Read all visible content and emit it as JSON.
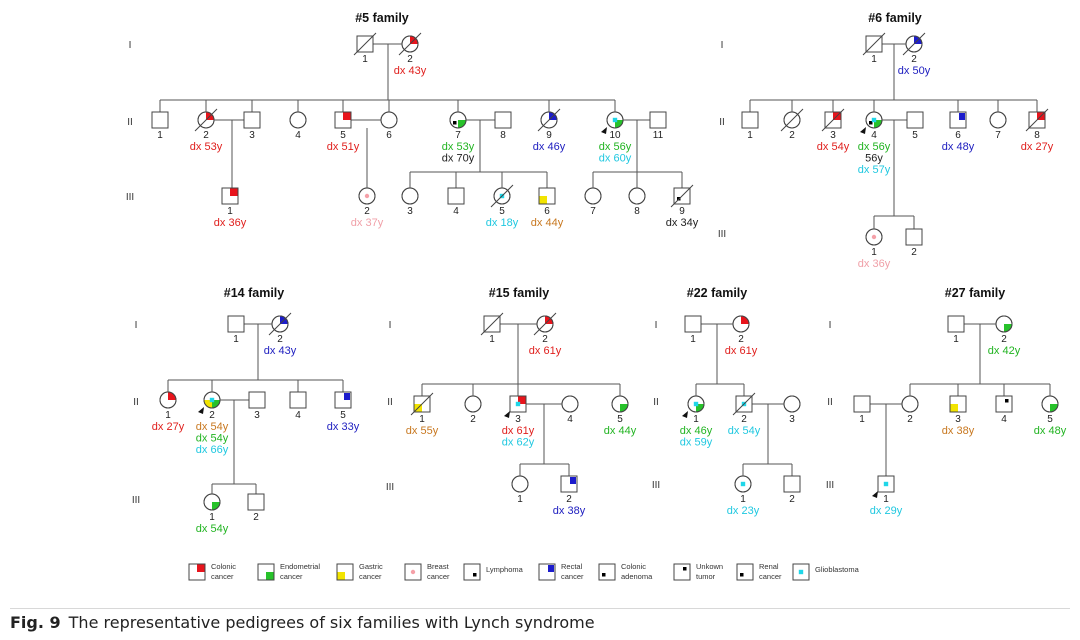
{
  "figure": {
    "caption_label": "Fig. 9",
    "caption_text": "The representative pedigrees of six families with Lynch syndrome"
  },
  "colors": {
    "colonic": "#e8141c",
    "endometrial": "#27c22a",
    "gastric": "#f2e400",
    "breast": "#f5a0a8",
    "lymphoma": "#000000",
    "rectal": "#1c1ccc",
    "colonic_adenoma": "#000000",
    "unknown": "#000000",
    "renal": "#000000",
    "glioblastoma": "#1fd6e8",
    "text_red": "#e0201e",
    "text_blue": "#2020c0",
    "text_green": "#22b422",
    "text_cyan": "#20c8e0",
    "text_pink": "#f0a0a8",
    "text_orange": "#c87820",
    "text_black": "#222222"
  },
  "legend": [
    {
      "key": "colonic",
      "label": "Colonic cancer"
    },
    {
      "key": "endometrial",
      "label": "Endometrial cancer"
    },
    {
      "key": "gastric",
      "label": "Gastric cancer"
    },
    {
      "key": "breast",
      "label": "Breast cancer"
    },
    {
      "key": "lymphoma",
      "label": "Lymphoma"
    },
    {
      "key": "rectal",
      "label": "Rectal cancer"
    },
    {
      "key": "colonic_adenoma",
      "label": "Colonic adenoma"
    },
    {
      "key": "unknown",
      "label": "Unkown tumor"
    },
    {
      "key": "renal",
      "label": "Renal cancer"
    },
    {
      "key": "glioblastoma",
      "label": "Glioblastoma"
    }
  ],
  "generations": [
    "I",
    "II",
    "III"
  ],
  "families": [
    {
      "id": "f5",
      "title": "#5 family",
      "members": [
        {
          "id": "I1",
          "label": "1",
          "sex": "M",
          "dec": true,
          "mk": []
        },
        {
          "id": "I2",
          "label": "2",
          "sex": "F",
          "dec": true,
          "mk": [
            "colonic"
          ],
          "dx": [
            [
              "dx 43y",
              "text_red"
            ]
          ]
        },
        {
          "id": "II1",
          "label": "1",
          "sex": "M",
          "mk": []
        },
        {
          "id": "II2",
          "label": "2",
          "sex": "F",
          "dec": true,
          "mk": [
            "colonic"
          ],
          "dx": [
            [
              "dx 53y",
              "text_red"
            ]
          ]
        },
        {
          "id": "II3",
          "label": "3",
          "sex": "M",
          "mk": []
        },
        {
          "id": "II4",
          "label": "4",
          "sex": "F",
          "mk": []
        },
        {
          "id": "II5",
          "label": "5",
          "sex": "M",
          "mk": [
            "colonic"
          ],
          "dx": [
            [
              "dx 51y",
              "text_red"
            ]
          ]
        },
        {
          "id": "II6",
          "label": "6",
          "sex": "F",
          "mk": []
        },
        {
          "id": "II7",
          "label": "7",
          "sex": "F",
          "mk": [
            "endometrial",
            "colonic_adenoma"
          ],
          "dx": [
            [
              "dx 53y",
              "text_green"
            ],
            [
              "dx 70y",
              "text_black"
            ]
          ]
        },
        {
          "id": "II8",
          "label": "8",
          "sex": "M",
          "mk": []
        },
        {
          "id": "II9",
          "label": "9",
          "sex": "F",
          "dec": true,
          "mk": [
            "rectal"
          ],
          "dx": [
            [
              "dx 46y",
              "text_blue"
            ]
          ]
        },
        {
          "id": "II10",
          "label": "10",
          "sex": "F",
          "proband": true,
          "mk": [
            "endometrial",
            "glioblastoma"
          ],
          "dx": [
            [
              "dx 56y",
              "text_green"
            ],
            [
              "dx 60y",
              "text_cyan"
            ]
          ]
        },
        {
          "id": "II11",
          "label": "11",
          "sex": "M",
          "mk": []
        },
        {
          "id": "III1",
          "label": "1",
          "sex": "M",
          "mk": [
            "colonic"
          ],
          "dx": [
            [
              "dx 36y",
              "text_red"
            ]
          ]
        },
        {
          "id": "III2",
          "label": "2",
          "sex": "F",
          "mk": [
            "breast"
          ],
          "dx": [
            [
              "dx 37y",
              "text_pink"
            ]
          ]
        },
        {
          "id": "III3",
          "label": "3",
          "sex": "F",
          "mk": []
        },
        {
          "id": "III4",
          "label": "4",
          "sex": "M",
          "mk": []
        },
        {
          "id": "III5",
          "label": "5",
          "sex": "F",
          "dec": true,
          "mk": [
            "glioblastoma"
          ],
          "dx": [
            [
              "dx 18y",
              "text_cyan"
            ]
          ]
        },
        {
          "id": "III6",
          "label": "6",
          "sex": "M",
          "mk": [
            "gastric"
          ],
          "dx": [
            [
              "dx 44y",
              "text_orange"
            ]
          ]
        },
        {
          "id": "III7",
          "label": "7",
          "sex": "F",
          "mk": []
        },
        {
          "id": "III8",
          "label": "8",
          "sex": "F",
          "mk": []
        },
        {
          "id": "III9",
          "label": "9",
          "sex": "M",
          "dec": true,
          "mk": [
            "colonic_adenoma"
          ],
          "dx": [
            [
              "dx 34y",
              "text_black"
            ]
          ]
        }
      ]
    },
    {
      "id": "f6",
      "title": "#6 family",
      "members": [
        {
          "id": "I1",
          "label": "1",
          "sex": "M",
          "dec": true,
          "mk": []
        },
        {
          "id": "I2",
          "label": "2",
          "sex": "F",
          "dec": true,
          "mk": [
            "rectal"
          ],
          "dx": [
            [
              "dx 50y",
              "text_blue"
            ]
          ]
        },
        {
          "id": "II1",
          "label": "1",
          "sex": "M",
          "mk": []
        },
        {
          "id": "II2",
          "label": "2",
          "sex": "F",
          "dec": true,
          "mk": []
        },
        {
          "id": "II3",
          "label": "3",
          "sex": "M",
          "dec": true,
          "mk": [
            "colonic"
          ],
          "dx": [
            [
              "dx 54y",
              "text_red"
            ]
          ]
        },
        {
          "id": "II4",
          "label": "4",
          "sex": "F",
          "proband": true,
          "mk": [
            "endometrial",
            "colonic_adenoma",
            "glioblastoma"
          ],
          "dx": [
            [
              "dx 56y",
              "text_green"
            ],
            [
              "56y",
              "text_black"
            ],
            [
              "dx 57y",
              "text_cyan"
            ]
          ]
        },
        {
          "id": "II5",
          "label": "5",
          "sex": "M",
          "mk": []
        },
        {
          "id": "II6",
          "label": "6",
          "sex": "M",
          "mk": [
            "rectal"
          ],
          "dx": [
            [
              "dx 48y",
              "text_blue"
            ]
          ]
        },
        {
          "id": "II7",
          "label": "7",
          "sex": "F",
          "mk": []
        },
        {
          "id": "II8",
          "label": "8",
          "sex": "M",
          "dec": true,
          "mk": [
            "colonic"
          ],
          "dx": [
            [
              "dx 27y",
              "text_red"
            ]
          ]
        },
        {
          "id": "III1",
          "label": "1",
          "sex": "F",
          "mk": [
            "breast"
          ],
          "dx": [
            [
              "dx 36y",
              "text_pink"
            ]
          ]
        },
        {
          "id": "III2",
          "label": "2",
          "sex": "M",
          "mk": []
        }
      ]
    },
    {
      "id": "f14",
      "title": "#14 family",
      "members": [
        {
          "id": "I1",
          "label": "1",
          "sex": "M",
          "mk": []
        },
        {
          "id": "I2",
          "label": "2",
          "sex": "F",
          "dec": true,
          "mk": [
            "rectal"
          ],
          "dx": [
            [
              "dx 43y",
              "text_blue"
            ]
          ]
        },
        {
          "id": "II1",
          "label": "1",
          "sex": "F",
          "mk": [
            "colonic"
          ],
          "dx": [
            [
              "dx 27y",
              "text_red"
            ]
          ]
        },
        {
          "id": "II2",
          "label": "2",
          "sex": "F",
          "proband": true,
          "mk": [
            "gastric",
            "endometrial",
            "glioblastoma"
          ],
          "dx": [
            [
              "dx 54y",
              "text_orange"
            ],
            [
              "dx 54y",
              "text_green"
            ],
            [
              "dx 66y",
              "text_cyan"
            ]
          ]
        },
        {
          "id": "II3",
          "label": "3",
          "sex": "M",
          "mk": []
        },
        {
          "id": "II4",
          "label": "4",
          "sex": "M",
          "mk": []
        },
        {
          "id": "II5",
          "label": "5",
          "sex": "M",
          "mk": [
            "rectal"
          ],
          "dx": [
            [
              "dx 33y",
              "text_blue"
            ]
          ]
        },
        {
          "id": "III1",
          "label": "1",
          "sex": "F",
          "mk": [
            "endometrial"
          ],
          "dx": [
            [
              "dx 54y",
              "text_green"
            ]
          ]
        },
        {
          "id": "III2",
          "label": "2",
          "sex": "M",
          "mk": []
        }
      ]
    },
    {
      "id": "f15",
      "title": "#15 family",
      "members": [
        {
          "id": "I1",
          "label": "1",
          "sex": "M",
          "dec": true,
          "mk": []
        },
        {
          "id": "I2",
          "label": "2",
          "sex": "F",
          "dec": true,
          "mk": [
            "colonic"
          ],
          "dx": [
            [
              "dx 61y",
              "text_red"
            ]
          ]
        },
        {
          "id": "II1",
          "label": "1",
          "sex": "M",
          "dec": true,
          "mk": [
            "gastric"
          ],
          "dx": [
            [
              "dx 55y",
              "text_orange"
            ]
          ]
        },
        {
          "id": "II2",
          "label": "2",
          "sex": "F",
          "mk": []
        },
        {
          "id": "II3",
          "label": "3",
          "sex": "M",
          "proband": true,
          "mk": [
            "colonic",
            "glioblastoma"
          ],
          "dx": [
            [
              "dx 61y",
              "text_red"
            ],
            [
              "dx 62y",
              "text_cyan"
            ]
          ]
        },
        {
          "id": "II4",
          "label": "4",
          "sex": "F",
          "mk": []
        },
        {
          "id": "II5",
          "label": "5",
          "sex": "F",
          "mk": [
            "endometrial"
          ],
          "dx": [
            [
              "dx 44y",
              "text_green"
            ]
          ]
        },
        {
          "id": "III1",
          "label": "1",
          "sex": "F",
          "mk": []
        },
        {
          "id": "III2",
          "label": "2",
          "sex": "M",
          "mk": [
            "rectal"
          ],
          "dx": [
            [
              "dx 38y",
              "text_blue"
            ]
          ]
        }
      ]
    },
    {
      "id": "f22",
      "title": "#22 family",
      "members": [
        {
          "id": "I1",
          "label": "1",
          "sex": "M",
          "mk": []
        },
        {
          "id": "I2",
          "label": "2",
          "sex": "F",
          "mk": [
            "colonic"
          ],
          "dx": [
            [
              "dx 61y",
              "text_red"
            ]
          ]
        },
        {
          "id": "II1",
          "label": "1",
          "sex": "F",
          "proband": true,
          "mk": [
            "endometrial",
            "glioblastoma"
          ],
          "dx": [
            [
              "dx 46y",
              "text_green"
            ],
            [
              "dx 59y",
              "text_cyan"
            ]
          ]
        },
        {
          "id": "II2",
          "label": "2",
          "sex": "M",
          "dec": true,
          "mk": [
            "glioblastoma"
          ],
          "dx": [
            [
              "dx 54y",
              "text_cyan"
            ]
          ]
        },
        {
          "id": "II3",
          "label": "3",
          "sex": "F",
          "mk": []
        },
        {
          "id": "III1",
          "label": "1",
          "sex": "F",
          "mk": [
            "glioblastoma"
          ],
          "dx": [
            [
              "dx 23y",
              "text_cyan"
            ]
          ]
        },
        {
          "id": "III2",
          "label": "2",
          "sex": "M",
          "mk": []
        }
      ]
    },
    {
      "id": "f27",
      "title": "#27 family",
      "members": [
        {
          "id": "I1",
          "label": "1",
          "sex": "M",
          "mk": []
        },
        {
          "id": "I2",
          "label": "2",
          "sex": "F",
          "mk": [
            "endometrial"
          ],
          "dx": [
            [
              "dx 42y",
              "text_green"
            ]
          ]
        },
        {
          "id": "II1",
          "label": "1",
          "sex": "M",
          "mk": []
        },
        {
          "id": "II2",
          "label": "2",
          "sex": "F",
          "mk": []
        },
        {
          "id": "II3",
          "label": "3",
          "sex": "M",
          "mk": [
            "gastric"
          ],
          "dx": [
            [
              "dx 38y",
              "text_orange"
            ]
          ]
        },
        {
          "id": "II4",
          "label": "4",
          "sex": "M",
          "mk": [
            "unknown"
          ]
        },
        {
          "id": "II5",
          "label": "5",
          "sex": "F",
          "mk": [
            "endometrial"
          ],
          "dx": [
            [
              "dx 48y",
              "text_green"
            ]
          ]
        },
        {
          "id": "III1",
          "label": "1",
          "sex": "M",
          "proband": true,
          "mk": [
            "glioblastoma"
          ],
          "dx": [
            [
              "dx 29y",
              "text_cyan"
            ]
          ]
        }
      ]
    }
  ]
}
